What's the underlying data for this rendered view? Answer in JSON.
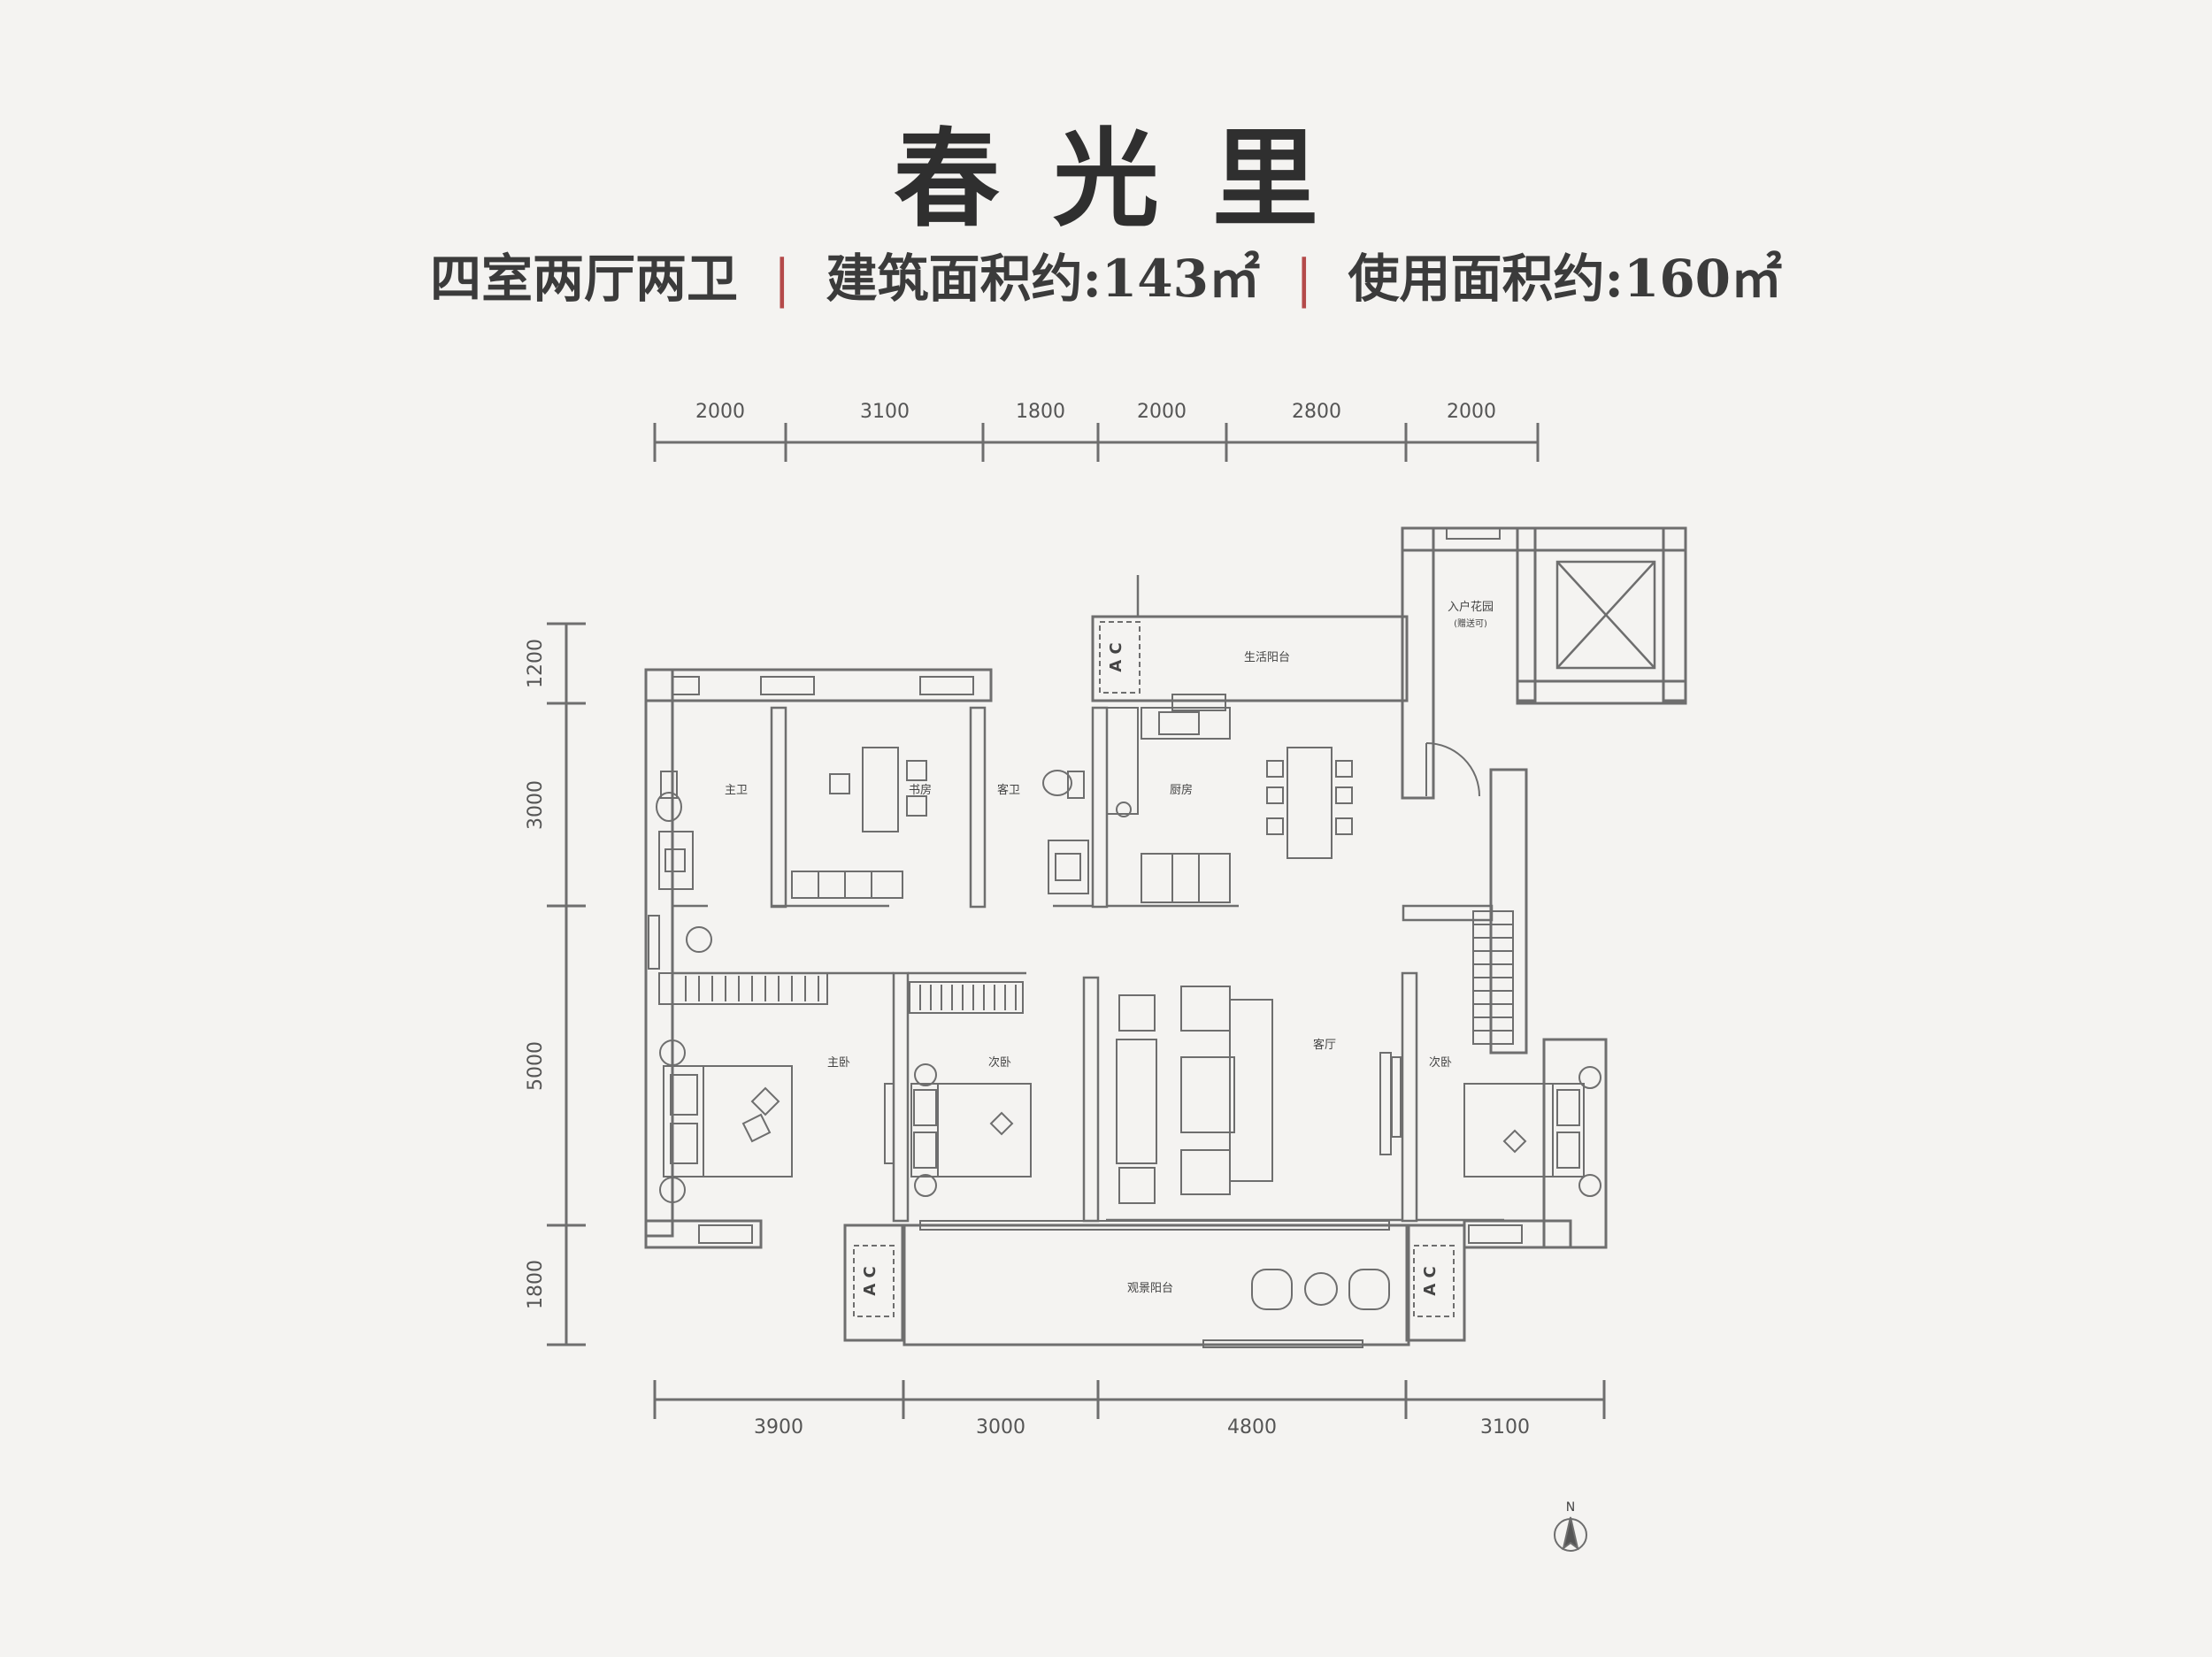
{
  "title": "春光里",
  "subtitle": {
    "layout": "四室两厅两卫",
    "building_area": "建筑面积约:143㎡",
    "usable_area": "使用面积约:160㎡",
    "separator": "|"
  },
  "dimensions": {
    "top": [
      "2000",
      "3100",
      "1800",
      "2000",
      "2800",
      "2000"
    ],
    "bottom": [
      "3900",
      "3000",
      "4800",
      "3100"
    ],
    "left": [
      "1200",
      "3000",
      "5000",
      "1800"
    ]
  },
  "rooms": {
    "master_bath": "主卫",
    "study": "书房",
    "guest_bath": "客卫",
    "kitchen": "厨房",
    "service_balcony": "生活阳台",
    "entry_garden": "入户花园",
    "entry_garden_note": "(赠送可)",
    "master_bedroom": "主卧",
    "second_bedroom_a": "次卧",
    "living_room": "客厅",
    "second_bedroom_b": "次卧",
    "view_balcony": "观景阳台"
  },
  "ac_label": "A C",
  "compass": "N",
  "colors": {
    "wall": "#6e6e6e",
    "background": "#f4f3f1",
    "separator": "#b44a4a"
  }
}
